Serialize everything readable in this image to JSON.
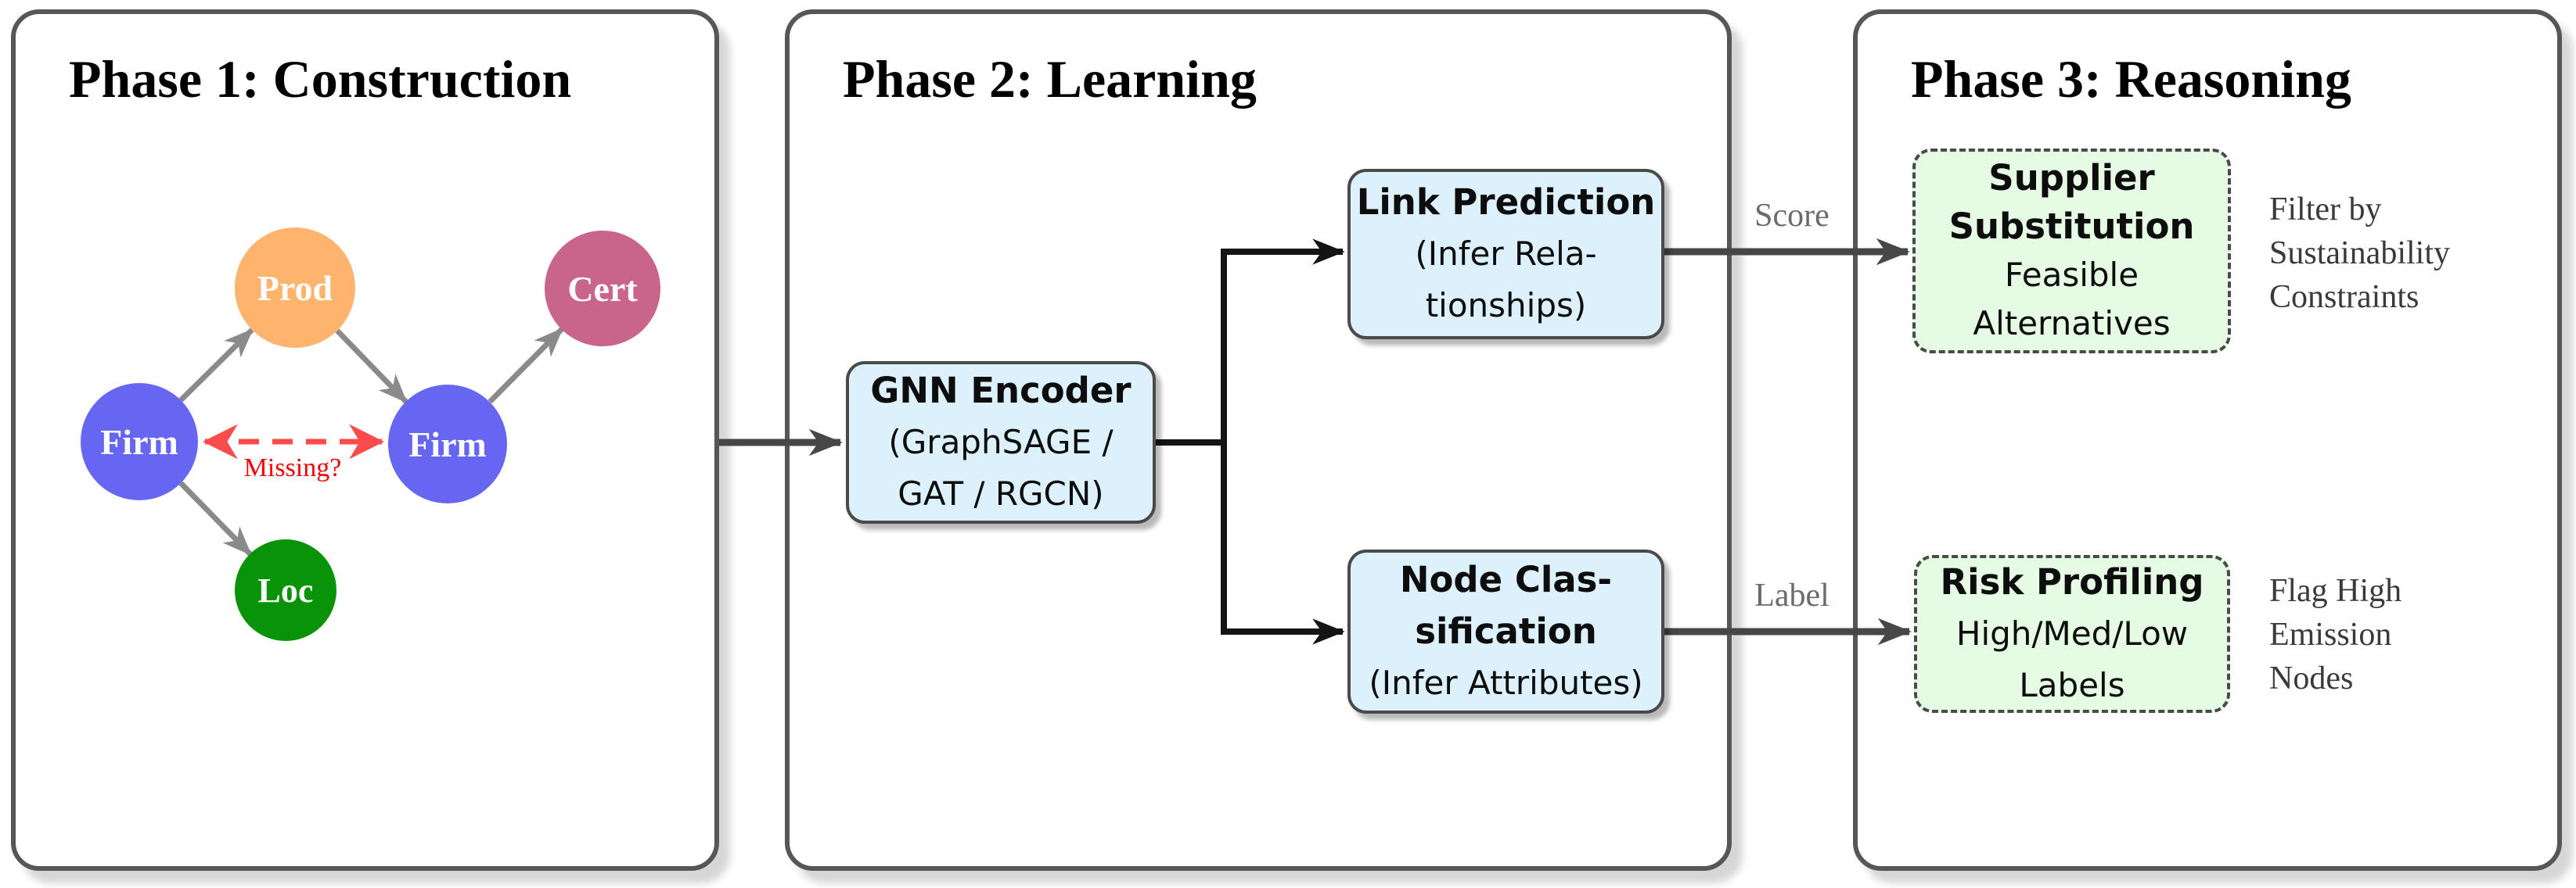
{
  "colors": {
    "panel-border": "#575757",
    "box-border": "#4a4a4a",
    "blue-fill": "#dcf1fb",
    "green-fill": "#e6fbe4",
    "firm": "#6666f2",
    "prod": "#ffb46e",
    "cert": "#c9658a",
    "loc": "#089308",
    "edge-gray": "#8a8a8a",
    "edge-dark": "#474747",
    "edge-black": "#141414",
    "edge-red": "#fb4b4b",
    "missing-red": "#f30006",
    "note-gray": "#3a3a3a",
    "edge-label-gray": "#6b6b6b"
  },
  "panels": [
    {
      "title": "Phase 1: Construction"
    },
    {
      "title": "Phase 2: Learning"
    },
    {
      "title": "Phase 3: Reasoning"
    }
  ],
  "graph": {
    "nodes": [
      {
        "label": "Firm"
      },
      {
        "label": "Prod"
      },
      {
        "label": "Cert"
      },
      {
        "label": "Firm"
      },
      {
        "label": "Loc"
      }
    ],
    "missing_label": "Missing?"
  },
  "learning": {
    "gnn_box": {
      "lines": [
        "GNN Encoder",
        "(GraphSAGE /",
        "GAT / RGCN)"
      ]
    },
    "link_box": {
      "lines": [
        "Link Prediction",
        "(Infer Rela-",
        "tionships)"
      ]
    },
    "node_box": {
      "lines": [
        "Node Clas-",
        "sification",
        "(Infer Attributes)"
      ]
    }
  },
  "edge_labels": {
    "score": "Score",
    "label": "Label"
  },
  "reasoning": {
    "supplier_box": {
      "lines": [
        "Supplier",
        "Substitution",
        "Feasible",
        "Alternatives"
      ]
    },
    "supplier_note": {
      "lines": [
        "Filter by",
        "Sustainability",
        "Constraints"
      ]
    },
    "risk_box": {
      "lines": [
        "Risk Profiling",
        "High/Med/Low",
        "Labels"
      ]
    },
    "risk_note": {
      "lines": [
        "Flag High",
        "Emission",
        "Nodes"
      ]
    }
  }
}
